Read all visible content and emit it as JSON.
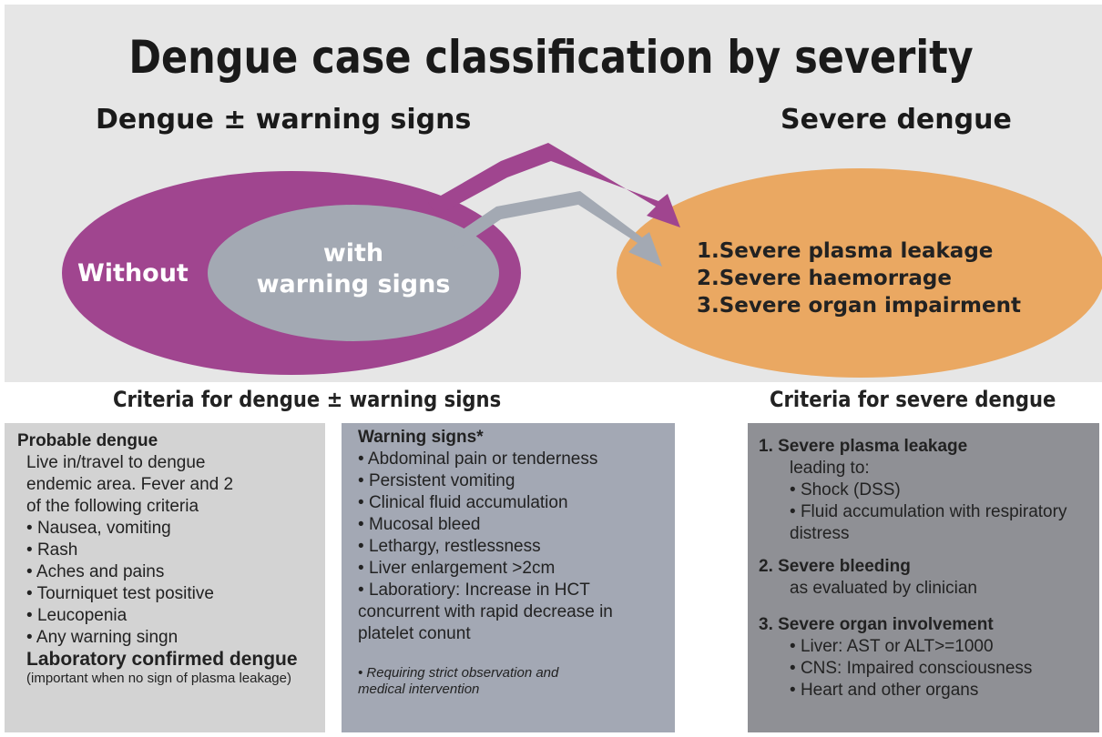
{
  "title": "Dengue case classification by severity",
  "left_heading": "Dengue ± warning signs",
  "right_heading": "Severe dengue",
  "without_label": "Without",
  "with_label": [
    "with",
    "warning signs"
  ],
  "severe_items": [
    "1.Severe plasma leakage",
    "2.Severe haemorrage",
    "3.Severe organ impairment"
  ],
  "criteria_left_heading": "Criteria for dengue ± warning signs",
  "criteria_right_heading": "Criteria for severe dengue",
  "probable": {
    "heading": "Probable dengue",
    "intro": [
      "Live in/travel to dengue",
      "endemic area. Fever and 2",
      "of the following criteria"
    ],
    "items": [
      "Nausea, vomiting",
      "Rash",
      "Aches and pains",
      "Tourniquet test positive",
      "Leucopenia",
      "Any warning singn"
    ],
    "lab_heading": "Laboratory confirmed dengue",
    "lab_note": "(important when no sign of plasma leakage)"
  },
  "warning": {
    "heading": "Warning signs*",
    "items": [
      "Abdominal pain or tenderness",
      "Persistent vomiting",
      "Clinical fluid accumulation",
      "Mucosal bleed",
      "Lethargy, restlessness",
      "Liver enlargement >2cm",
      "Laboratiory: Increase in HCT concurrent with rapid decrease in platelet conunt"
    ],
    "footnote": "Requiring strict observation and medical intervention"
  },
  "severe": {
    "s1": "1.  Severe plasma leakage",
    "s1_sub": "leading to:",
    "s1_items": [
      "Shock (DSS)",
      "Fluid accumulation with respiratory distress"
    ],
    "s2": "2. Severe bleeding",
    "s2_sub": "as evaluated by clinician",
    "s3": "3. Severe organ involvement",
    "s3_items": [
      "Liver: AST or ALT>=1000",
      "CNS: Impaired consciousness",
      "Heart and other organs"
    ]
  },
  "colors": {
    "purple": "#a0458f",
    "gray": "#a3a9b3",
    "orange": "#eaa862"
  }
}
